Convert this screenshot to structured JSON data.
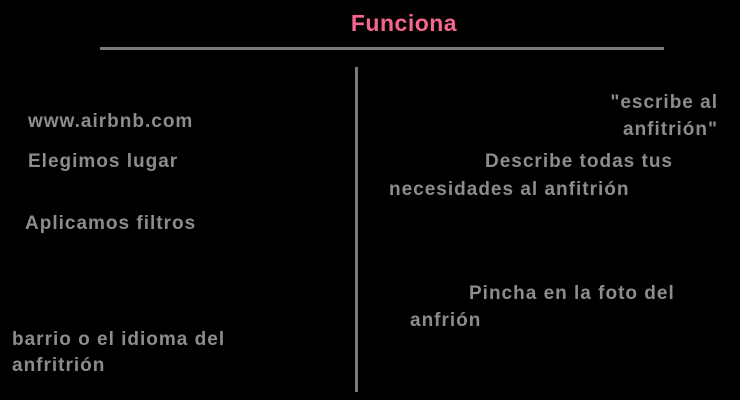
{
  "title": "Funciona",
  "colors": {
    "title": "#f5668f",
    "text": "#8c8c8c",
    "rule": "#7a7a7a",
    "background": "#000000"
  },
  "left": {
    "items": [
      "www.airbnb.com",
      "Elegimos lugar",
      "Aplicamos filtros",
      "barrio o el idioma del",
      "anfritrión"
    ]
  },
  "right": {
    "items": [
      "\"escribe al",
      "anfitrión\"",
      "Describe todas tus",
      "necesidades al anfitrión",
      "Pincha en la foto del",
      "anfrión"
    ]
  }
}
